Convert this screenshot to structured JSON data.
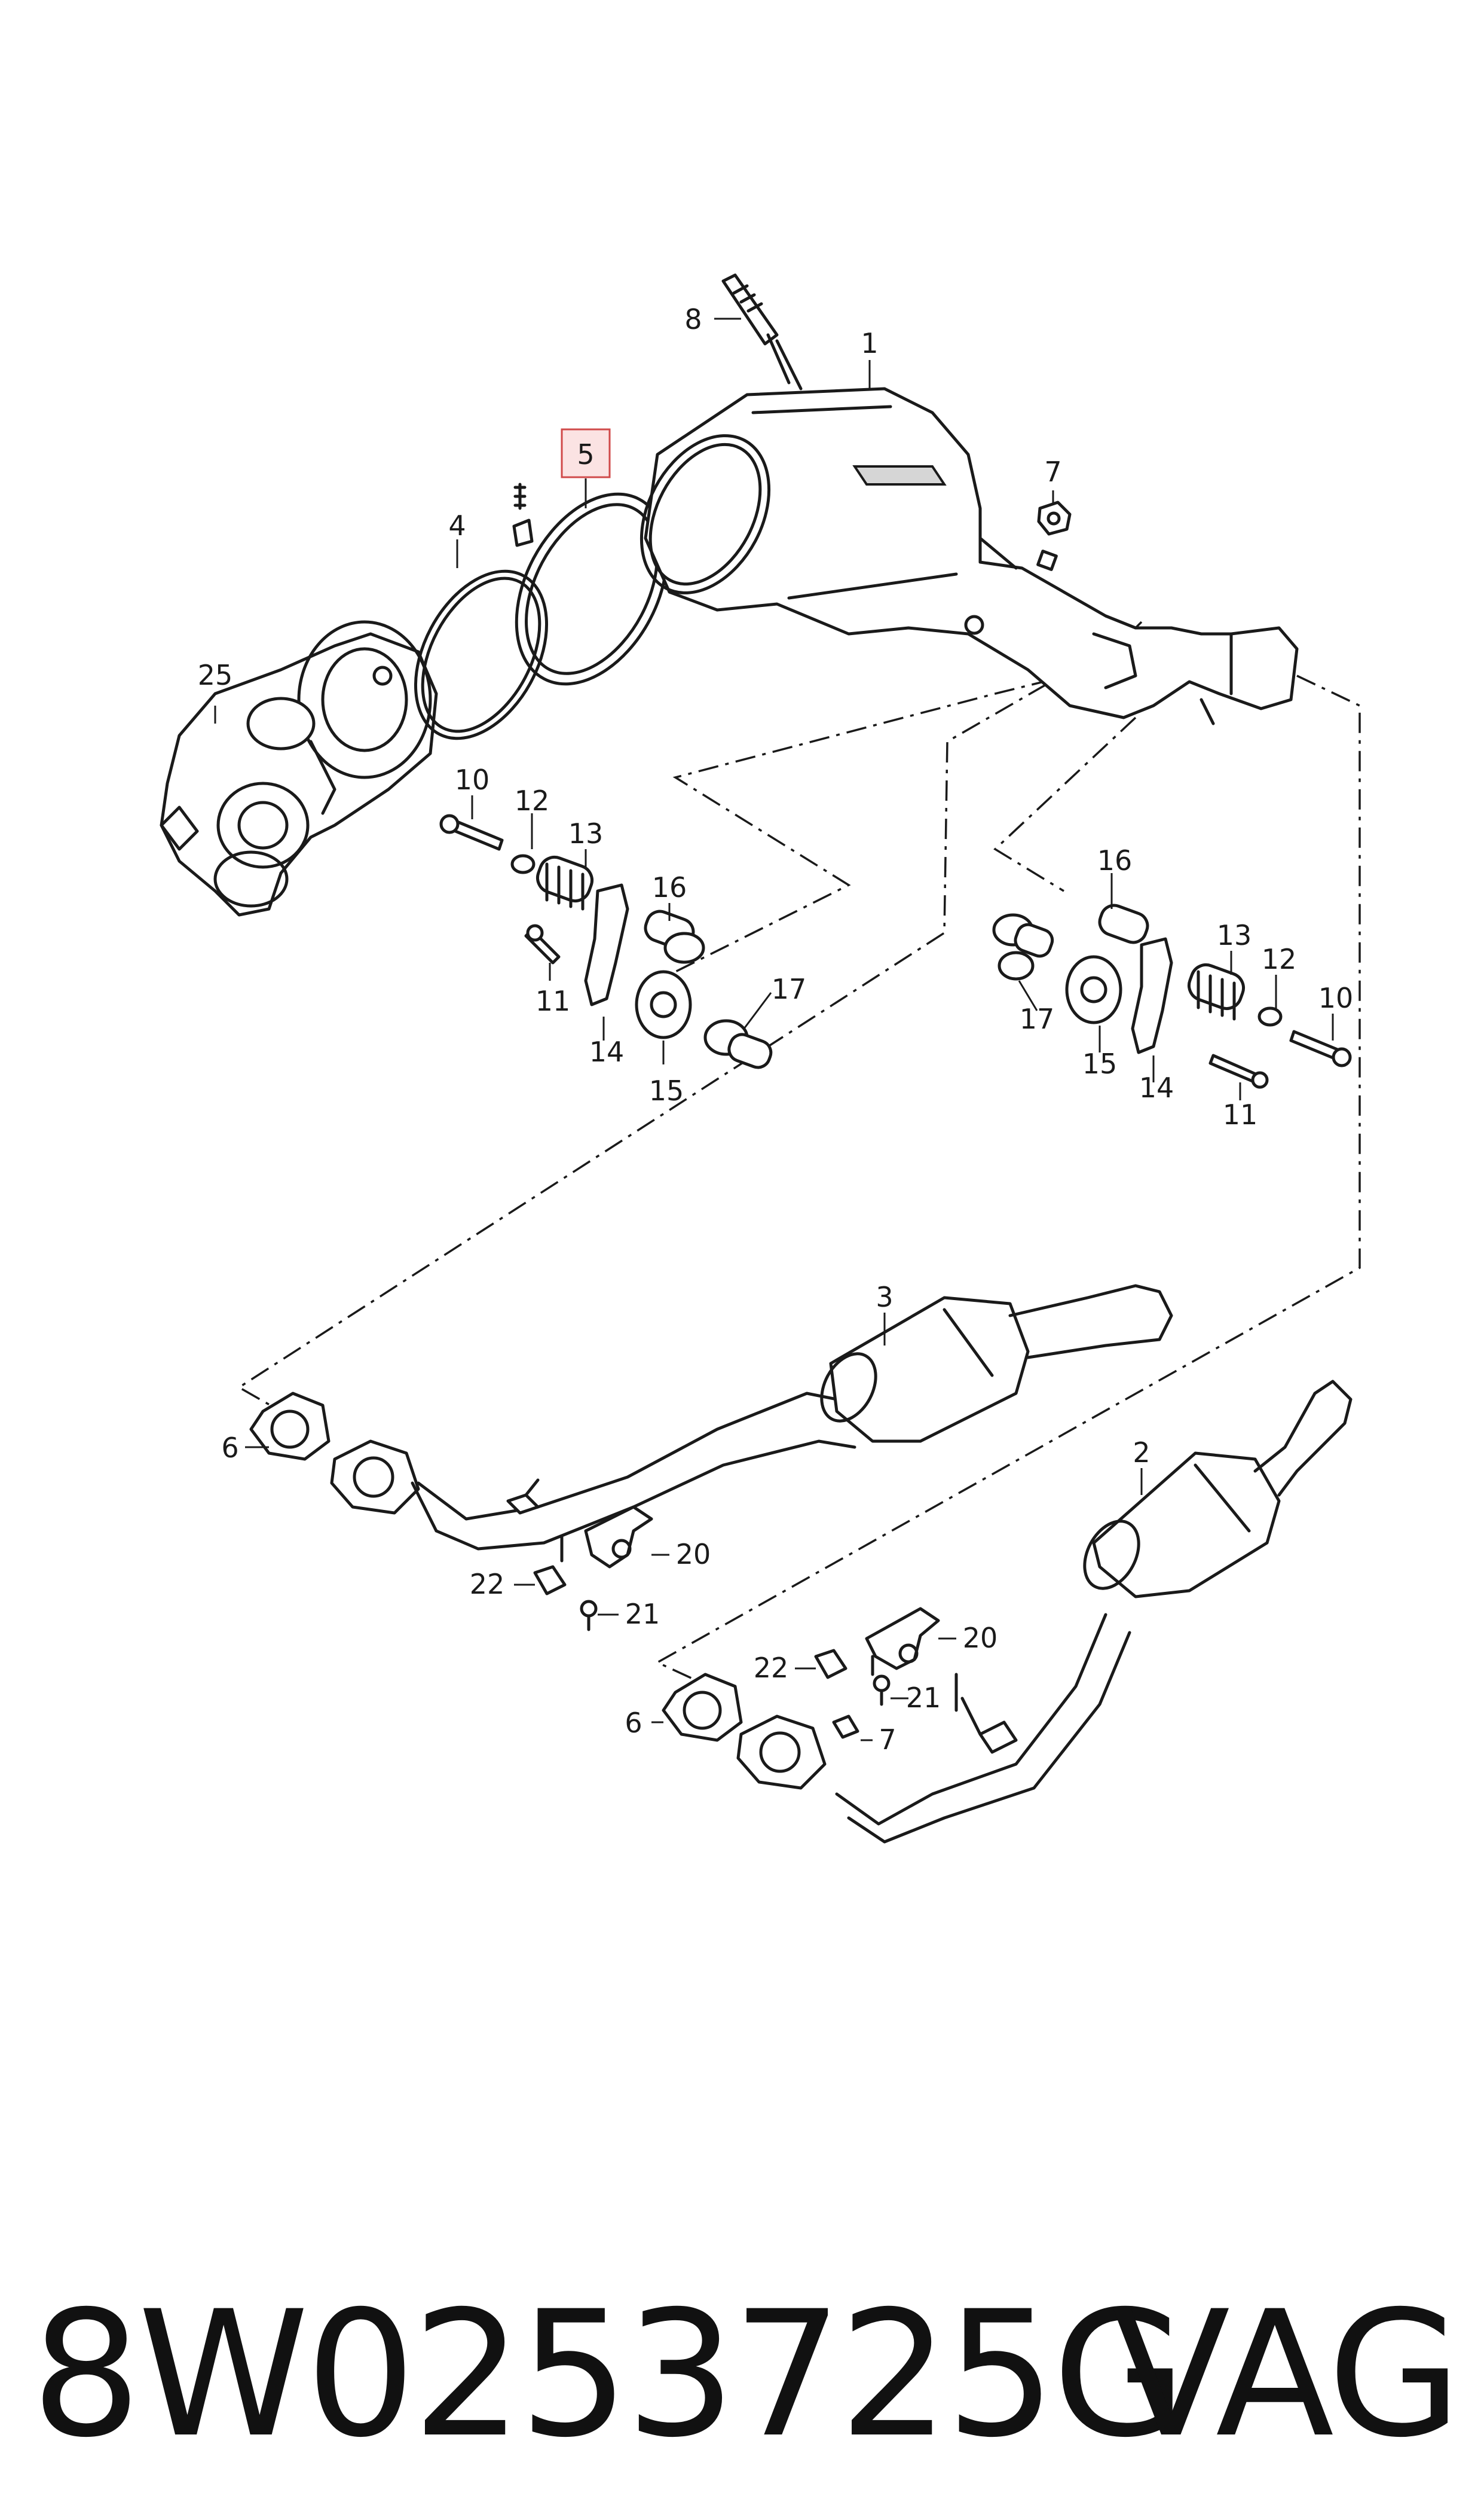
{
  "footer": {
    "part_number": "8W0253725G",
    "brand": "VAG"
  },
  "highlighted_callout": "5",
  "callouts": {
    "c1": "1",
    "c2": "2",
    "c3": "3",
    "c4": "4",
    "c5": "5",
    "c6a": "6",
    "c6b": "6",
    "c7a": "7",
    "c7b": "7",
    "c8": "8",
    "c10a": "10",
    "c10b": "10",
    "c11a": "11",
    "c11b": "11",
    "c12a": "12",
    "c12b": "12",
    "c13a": "13",
    "c13b": "13",
    "c14a": "14",
    "c14b": "14",
    "c15a": "15",
    "c15b": "15",
    "c16a": "16",
    "c16b": "16",
    "c17a": "17",
    "c17b": "17",
    "c20a": "20",
    "c20b": "20",
    "c21a": "21",
    "c21b": "21",
    "c22a": "22",
    "c22b": "22",
    "c25": "25"
  },
  "colors": {
    "line": "#1a1a1a",
    "highlight_fill": "#fbe3e3",
    "highlight_border": "#d04a4a",
    "background": "#ffffff"
  }
}
